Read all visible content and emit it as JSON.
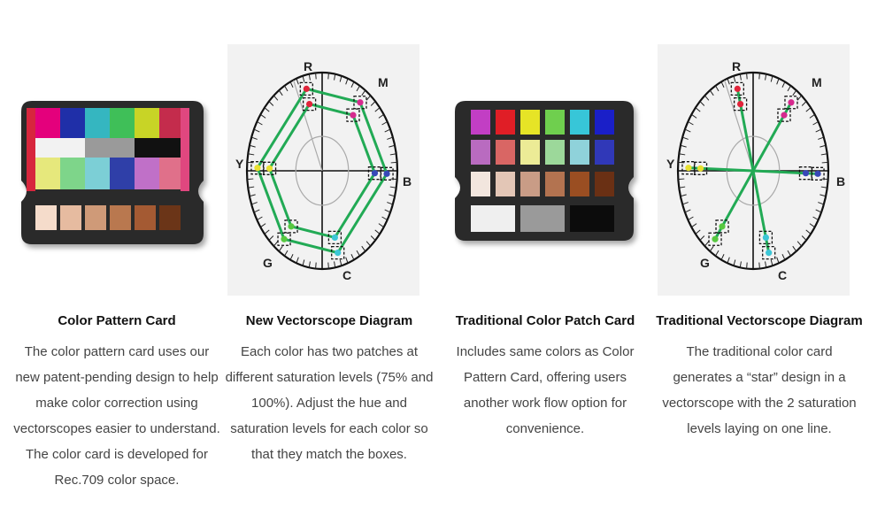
{
  "colors": {
    "title": "#111111",
    "body_text": "#444444",
    "card_body": "#2a2a2a",
    "scope_panel": "#f2f2f2",
    "trace_green": "#22aa55"
  },
  "columns": [
    {
      "title": "Color Pattern Card",
      "lines": [
        "The color pattern card uses our",
        "new patent-pending design to help",
        "make color correction using",
        "vectorscopes easier to understand.",
        "The color card is developed for",
        "Rec.709 color space."
      ]
    },
    {
      "title": "New Vectorscope Diagram",
      "lines": [
        "Each color has two patches at",
        "different saturation levels (75% and",
        "100%). Adjust the hue and",
        "saturation levels for each color so",
        "that they match the boxes."
      ]
    },
    {
      "title": "Traditional Color Patch Card",
      "lines": [
        "Includes same colors as Color",
        "Pattern Card, offering users",
        "another work flow option for",
        "convenience."
      ]
    },
    {
      "title": "Traditional Vectorscope Diagram",
      "lines": [
        "The traditional color card",
        "generates a “star” design in a",
        "vectorscope with the 2 saturation",
        "levels laying on one line."
      ]
    }
  ],
  "scope_labels": {
    "r": "R",
    "m": "M",
    "b": "B",
    "c": "C",
    "g": "G",
    "y": "Y"
  }
}
